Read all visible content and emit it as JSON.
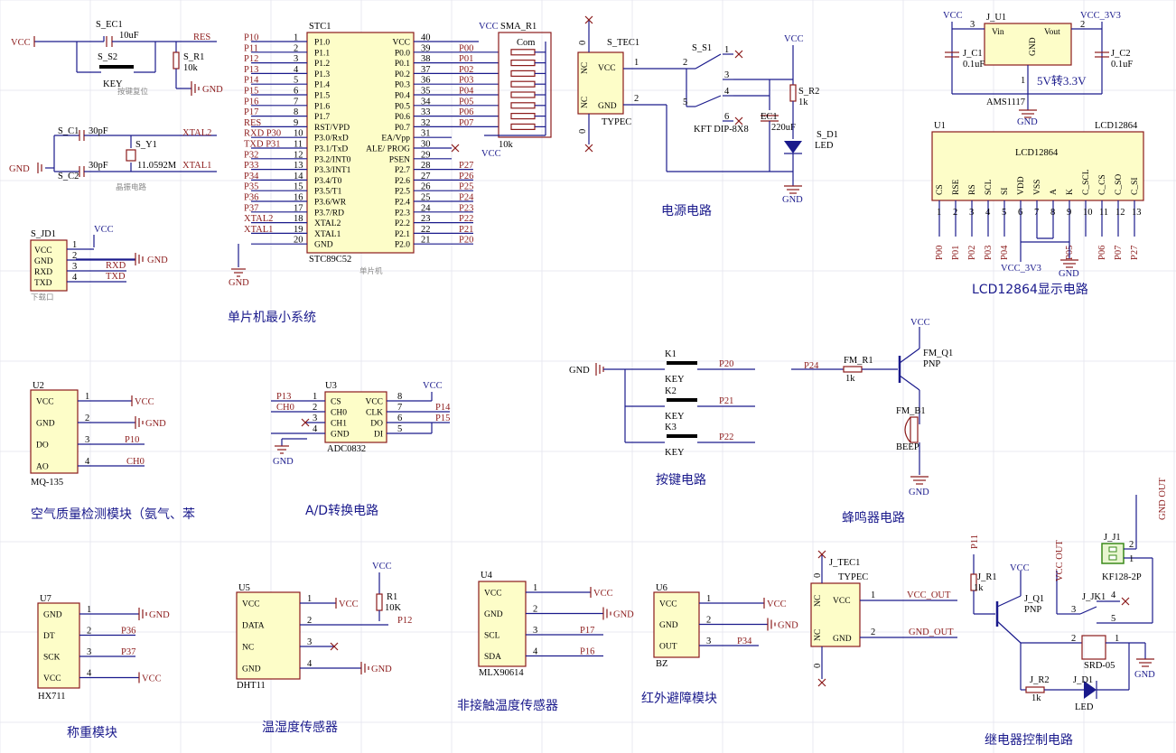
{
  "sections": {
    "mcu": "单片机最小系统",
    "power": "电源电路",
    "lcd": "LCD12864显示电路",
    "air": "空气质量检测模块（氨气、苯",
    "adc": "A/D转换电路",
    "keys": "按键电路",
    "buzzer": "蜂鸣器电路",
    "weigh": "称重模块",
    "dht": "温湿度传感器",
    "ir_temp": "非接触温度传感器",
    "ir_obst": "红外避障模块",
    "relay": "继电器控制电路"
  },
  "nets": {
    "vcc": "VCC",
    "gnd": "GND",
    "res": "RES",
    "xtal1": "XTAL1",
    "xtal2": "XTAL2",
    "rxd": "RXD",
    "txd": "TXD",
    "vcc3v3": "VCC_3V3",
    "vcc_out": "VCC_OUT",
    "gnd_out": "GND_OUT",
    "p10": "P10",
    "p12": "P12",
    "p14": "P14",
    "p15": "P15",
    "p16": "P16",
    "p17": "P17",
    "p13": "P13",
    "ch0": "CH0",
    "p20": "P20",
    "p21": "P21",
    "p22": "P22",
    "p24": "P24",
    "p34": "P34",
    "p36": "P36",
    "p37": "P37",
    "p11": "P11"
  },
  "reset": {
    "ec": "S_EC1",
    "ec_val": "10uF",
    "sw": "S_S2",
    "sw_val": "KEY",
    "r": "S_R1",
    "r_val": "10k",
    "note": "按键复位"
  },
  "crystal": {
    "c1": "S_C1",
    "c1_val": "30pF",
    "c2": "S_C2",
    "c2_val": "30pF",
    "y": "S_Y1",
    "y_val": "11.0592M",
    "note": "晶振电路"
  },
  "download": {
    "ref": "S_JD1",
    "pins": [
      "VCC",
      "GND",
      "RXD",
      "TXD"
    ],
    "nums": [
      "1",
      "2",
      "3",
      "4"
    ],
    "note": "下载口"
  },
  "mcu": {
    "ref": "STC1",
    "part": "STC89C52",
    "note": "单片机",
    "left_nets": [
      "P10",
      "P11",
      "P12",
      "P13",
      "P14",
      "P15",
      "P16",
      "P17",
      "RES",
      "RXD P30",
      "TXD P31",
      "P32",
      "P33",
      "P34",
      "P35",
      "P36",
      "P37",
      "XTAL2",
      "XTAL1",
      ""
    ],
    "left_pins": [
      "P1.0",
      "P1.1",
      "P1.2",
      "P1.3",
      "P1.4",
      "P1.5",
      "P1.6",
      "P1.7",
      "RST/VPD",
      "P3.0/RxD",
      "P3.1/TxD",
      "P3.2/INT0",
      "P3.3/INT1",
      "P3.4/T0",
      "P3.5/T1",
      "P3.6/WR",
      "P3.7/RD",
      "XTAL2",
      "XTAL1",
      "GND"
    ],
    "left_nums": [
      "1",
      "2",
      "3",
      "4",
      "5",
      "6",
      "7",
      "8",
      "9",
      "10",
      "11",
      "12",
      "13",
      "14",
      "15",
      "16",
      "17",
      "18",
      "19",
      "20"
    ],
    "right_pins": [
      "VCC",
      "P0.0",
      "P0.1",
      "P0.2",
      "P0.3",
      "P0.4",
      "P0.5",
      "P0.6",
      "P0.7",
      "EA/Vpp",
      "ALE/ PROG",
      "PSEN",
      "P2.7",
      "P2.6",
      "P2.5",
      "P2.4",
      "P2.3",
      "P2.2",
      "P2.1",
      "P2.0"
    ],
    "right_nums": [
      "40",
      "39",
      "38",
      "37",
      "36",
      "35",
      "34",
      "33",
      "32",
      "31",
      "30",
      "29",
      "28",
      "27",
      "26",
      "25",
      "24",
      "23",
      "22",
      "21"
    ],
    "right_nets": [
      "",
      "P00",
      "P01",
      "P02",
      "P03",
      "P04",
      "P05",
      "P06",
      "P07",
      "",
      "",
      "",
      "P27",
      "P26",
      "P25",
      "P24",
      "P23",
      "P22",
      "P21",
      "P20"
    ],
    "sma": "SMA_R1",
    "sma_com": "Com",
    "sma_val": "10k"
  },
  "power": {
    "tec": "S_TEC1",
    "tec_part": "TYPEC",
    "nc": "NC",
    "vcc": "VCC",
    "gnd": "GND",
    "sw": "S_S1",
    "sw_part": "KFT DIP-8X8",
    "ec": "EC1",
    "ec_val": "220uF",
    "r": "S_R2",
    "r_val": "1k",
    "led": "S_D1",
    "led_part": "LED",
    "sw_nums": [
      "1",
      "2",
      "3",
      "4",
      "5",
      "6"
    ],
    "tec_nums": [
      "1",
      "2",
      "0",
      "0"
    ]
  },
  "ldo": {
    "ref": "J_U1",
    "vin": "Vin",
    "vout": "Vout",
    "gnd": "GND",
    "note": "5V转3.3V",
    "part": "AMS1117",
    "c1": "J_C1",
    "c1_val": "0.1uF",
    "c2": "J_C2",
    "c2_val": "0.1uF",
    "nums": [
      "3",
      "2",
      "1"
    ]
  },
  "lcd": {
    "ref": "U1",
    "part": "LCD12864",
    "title": "LCD12864",
    "pins": [
      "CS",
      "RSE",
      "RS",
      "SCL",
      "SI",
      "VDD",
      "VSS",
      "A",
      "K",
      "C_SCL",
      "C_CS",
      "C_SO",
      "C_SI"
    ],
    "nums": [
      "1",
      "2",
      "3",
      "4",
      "5",
      "6",
      "7",
      "8",
      "9",
      "10",
      "11",
      "12",
      "13"
    ],
    "nets": [
      "P00",
      "P01",
      "P02",
      "P03",
      "P04",
      "",
      "",
      "",
      "P05",
      "",
      "P06",
      "P07",
      "P27"
    ]
  },
  "mq135": {
    "ref": "U2",
    "part": "MQ-135",
    "pins": [
      "VCC",
      "GND",
      "DO",
      "AO"
    ],
    "nums": [
      "1",
      "2",
      "3",
      "4"
    ]
  },
  "adc": {
    "ref": "U3",
    "part": "ADC0832",
    "left": [
      "CS",
      "CH0",
      "CH1",
      "GND"
    ],
    "right": [
      "VCC",
      "CLK",
      "DO",
      "DI"
    ],
    "lnums": [
      "1",
      "2",
      "3",
      "4"
    ],
    "rnums": [
      "8",
      "7",
      "6",
      "5"
    ]
  },
  "keys": {
    "k1": "K1",
    "k2": "K2",
    "k3": "K3",
    "key": "KEY"
  },
  "buzzer": {
    "r": "FM_R1",
    "r_val": "1k",
    "q": "FM_Q1",
    "q_part": "PNP",
    "b": "FM_B1",
    "b_part": "BEEP"
  },
  "hx711": {
    "ref": "U7",
    "part": "HX711",
    "pins": [
      "GND",
      "DT",
      "SCK",
      "VCC"
    ],
    "nums": [
      "1",
      "2",
      "3",
      "4"
    ]
  },
  "dht11": {
    "ref": "U5",
    "part": "DHT11",
    "pins": [
      "VCC",
      "DATA",
      "NC",
      "GND"
    ],
    "nums": [
      "1",
      "2",
      "3",
      "4"
    ],
    "r": "R1",
    "r_val": "10K"
  },
  "mlx": {
    "ref": "U4",
    "part": "MLX90614",
    "pins": [
      "VCC",
      "GND",
      "SCL",
      "SDA"
    ],
    "nums": [
      "1",
      "2",
      "3",
      "4"
    ]
  },
  "bz": {
    "ref": "U6",
    "part": "BZ",
    "pins": [
      "VCC",
      "GND",
      "OUT"
    ],
    "nums": [
      "1",
      "2",
      "3"
    ]
  },
  "jtec": {
    "ref": "J_TEC1",
    "part": "TYPEC",
    "nc": "NC",
    "vcc": "VCC",
    "gnd": "GND",
    "nums": [
      "1",
      "2",
      "0",
      "0"
    ]
  },
  "relay": {
    "r1": "J_R1",
    "r1_val": "1k",
    "q": "J_Q1",
    "q_part": "PNP",
    "jk": "J_JK1",
    "jk_part": "SRD-05",
    "j1": "J_J1",
    "j1_part": "KF128-2P",
    "r2": "J_R2",
    "r2_val": "1k",
    "d": "J_D1",
    "d_part": "LED",
    "vcc_out": "VCC OUT",
    "gnd_out": "GND OUT",
    "nums": [
      "3",
      "4",
      "5",
      "2",
      "1",
      "2",
      "1"
    ]
  }
}
